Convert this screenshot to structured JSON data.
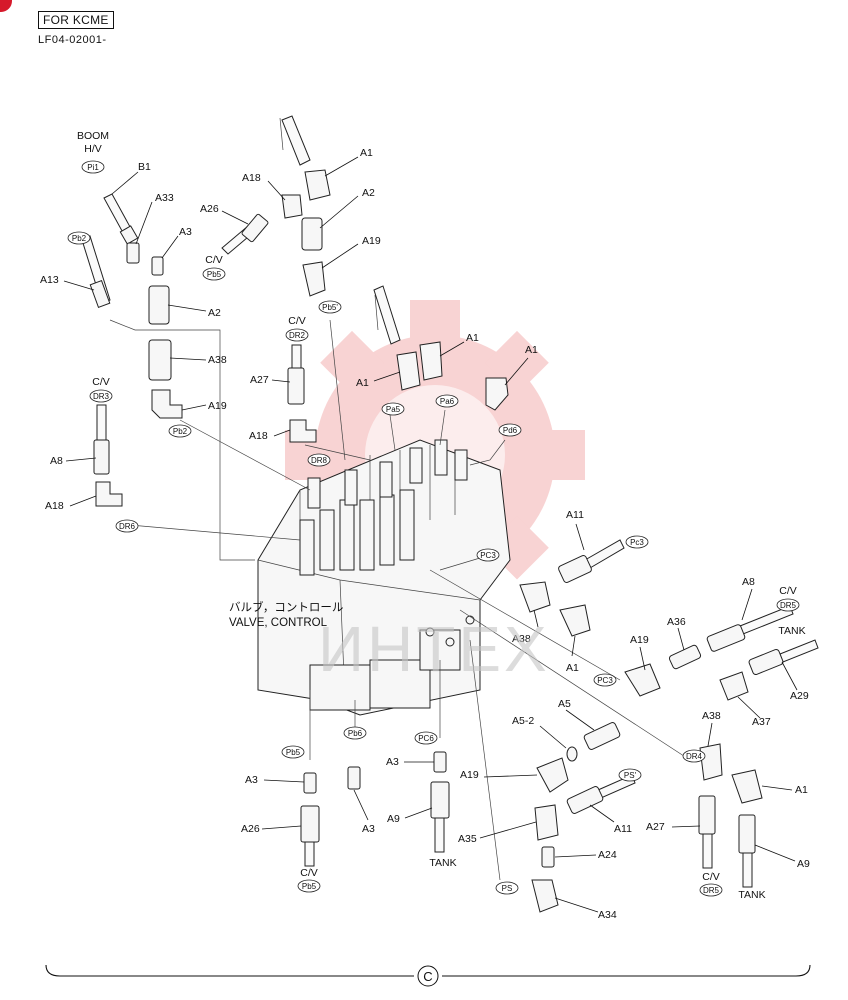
{
  "header": {
    "model": "FOR KCME",
    "code": "LF04-02001-"
  },
  "watermark": {
    "text": "ИНТЕХ",
    "color": "#e23a3a"
  },
  "diagram": {
    "title_jp": "バルブ，コントロール",
    "title_en": "VALVE, CONTROL",
    "section_marker": "C",
    "labels": {
      "boom": "BOOM",
      "hv": "H/V",
      "cv1": "C/V",
      "cv2": "C/V",
      "cv3": "C/V",
      "cv4": "C/V",
      "cv5": "C/V",
      "cv6": "C/V",
      "tank1": "TANK",
      "tank2": "TANK",
      "tank3": "TANK"
    },
    "ports": {
      "pi1": "Pi1",
      "pb2": "Pb2",
      "pb5a": "Pb5",
      "pb5b": "Pb5'",
      "dr2": "DR2",
      "dr3": "DR3",
      "dr6": "DR6",
      "dr8": "DR8",
      "pb2b": "Pb2",
      "pa5": "Pa5",
      "pa6": "Pa6",
      "pd6": "Pd6",
      "pc3": "PC3",
      "pc3b": "Pc3",
      "pc3c": "PC3",
      "dr5": "DR5",
      "pb5c": "Pb5",
      "pb6": "Pb6",
      "pc6": "PC6",
      "pb5d": "Pb5",
      "dr4": "DR4",
      "ps": "PS'",
      "ps2": "PS",
      "dr5b": "DR5"
    },
    "parts": {
      "b1": "B1",
      "a33": "A33",
      "a3_1": "A3",
      "a13": "A13",
      "a2_1": "A2",
      "a38_1": "A38",
      "a19_1": "A19",
      "a8_1": "A8",
      "a18_1": "A18",
      "a18_2": "A18",
      "a1_1": "A1",
      "a2_2": "A2",
      "a26_1": "A26",
      "a19_2": "A19",
      "a27_1": "A27",
      "a18_3": "A18",
      "a1_2": "A1",
      "a1_3": "A1",
      "a1_4": "A1",
      "a11_1": "A11",
      "a38_2": "A38",
      "a1_5": "A1",
      "a19_3": "A19",
      "a36": "A36",
      "a8_2": "A8",
      "a29": "A29",
      "a37": "A37",
      "a5": "A5",
      "a5_2": "A5-2",
      "a19_4": "A19",
      "a11_2": "A11",
      "a35": "A35",
      "a24": "A24",
      "a34": "A34",
      "a38_3": "A38",
      "a1_6": "A1",
      "a27_2": "A27",
      "a9_1": "A9",
      "a9_2": "A9",
      "a3_2": "A3",
      "a3_3": "A3",
      "a3_4": "A3",
      "a26_2": "A26"
    }
  }
}
